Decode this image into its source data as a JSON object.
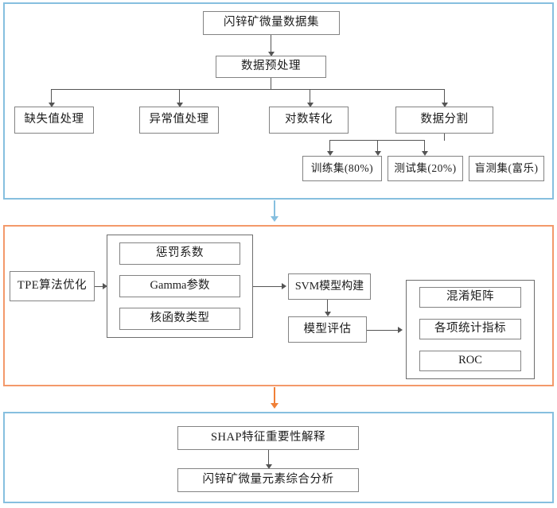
{
  "figure": {
    "type": "flowchart",
    "orientation": "top-to-bottom",
    "sections": [
      {
        "id": "data",
        "border_color": "#86bfdf",
        "title_visible": false
      },
      {
        "id": "model",
        "border_color": "#f3996a",
        "title_visible": false
      },
      {
        "id": "interpret",
        "border_color": "#86bfdf",
        "title_visible": false
      }
    ]
  },
  "data_section": {
    "dataset": "闪锌矿微量数据集",
    "preprocess": "数据预处理",
    "preprocess_steps": [
      "缺失值处理",
      "异常值处理",
      "对数转化",
      "数据分割"
    ],
    "splits": [
      "训练集(80%)",
      "测试集(20%)",
      "盲测集(富乐)"
    ]
  },
  "model_section": {
    "optimizer": "TPE算法优化",
    "hyperparameters": [
      "惩罚系数",
      "Gamma参数",
      "核函数类型"
    ],
    "model_build": "SVM模型构建",
    "model_eval": "模型评估",
    "eval_outputs": [
      "混淆矩阵",
      "各项统计指标",
      "ROC"
    ]
  },
  "interpret_section": {
    "shap": "SHAP特征重要性解释",
    "conclusion": "闪锌矿微量元素综合分析"
  },
  "connectors": {
    "data_to_model_color": "#86bfdf",
    "model_to_interpret_color": "#f08037",
    "internal_color": "#555555"
  }
}
